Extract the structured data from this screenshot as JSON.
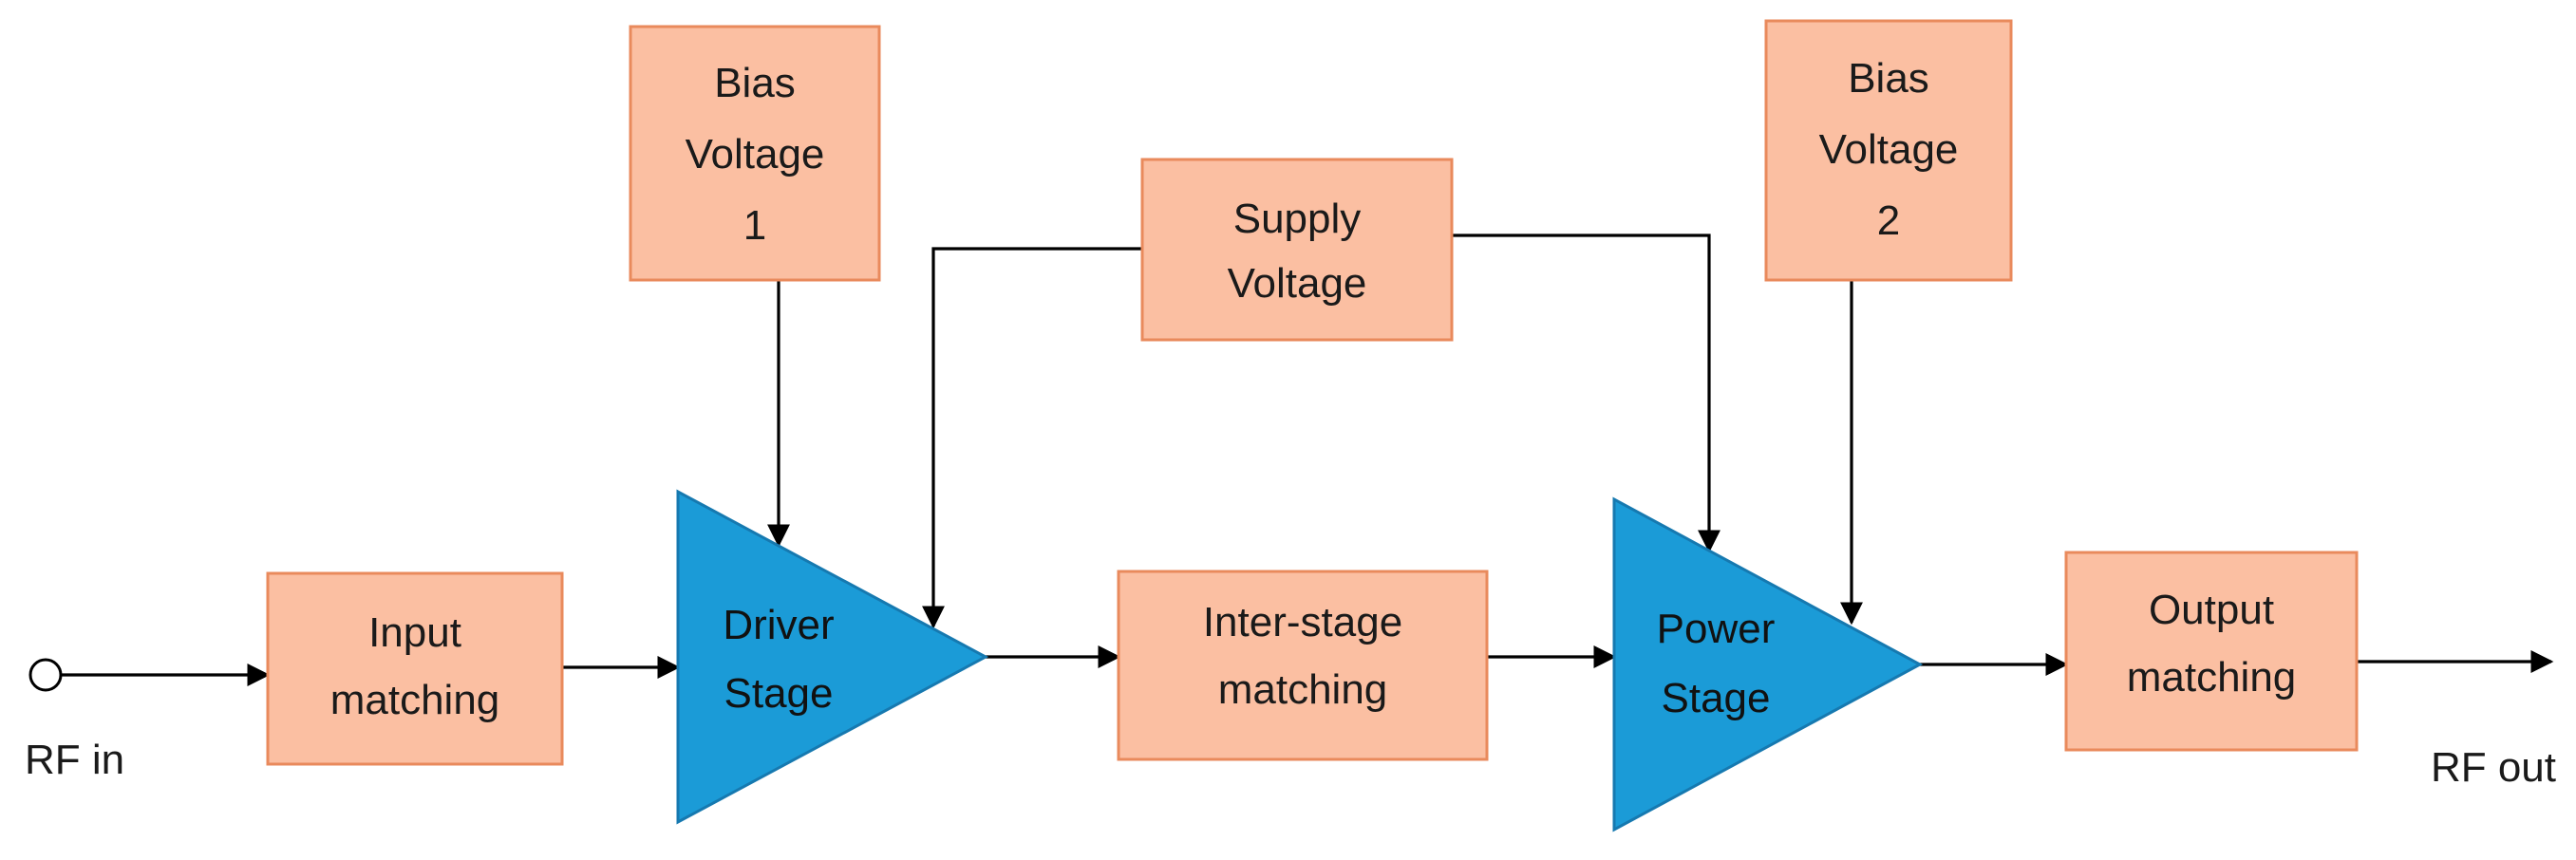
{
  "blocks": {
    "bias1": [
      "Bias",
      "Voltage",
      "1"
    ],
    "supply": [
      "Supply",
      "Voltage"
    ],
    "bias2": [
      "Bias",
      "Voltage",
      "2"
    ],
    "input": [
      "Input",
      "matching"
    ],
    "driver": [
      "Driver",
      "Stage"
    ],
    "interstage": [
      "Inter-stage",
      "matching"
    ],
    "power": [
      "Power",
      "Stage"
    ],
    "output": [
      "Output",
      "matching"
    ]
  },
  "ports": {
    "rf_in": "RF in",
    "rf_out": "RF out"
  },
  "colors": {
    "block_fill": "#fbbfa2",
    "block_stroke": "#e98a5c",
    "amplifier_fill": "#1b9bd7"
  }
}
